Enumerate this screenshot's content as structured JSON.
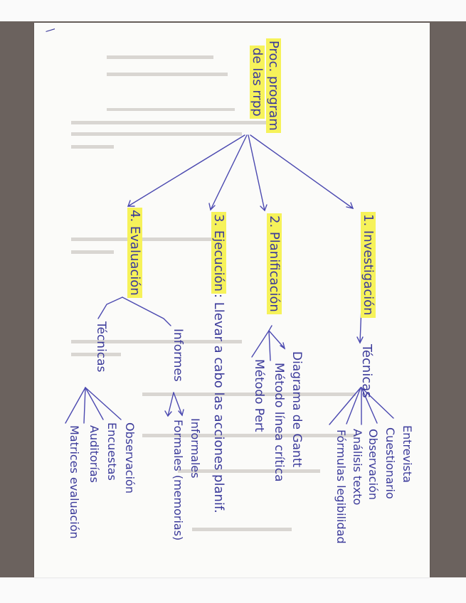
{
  "margin_mark": "\\",
  "root": {
    "lines": [
      "Proc. program",
      "de las rrpp"
    ]
  },
  "branches": [
    {
      "label": "1. Investigación",
      "connector": "Técnicas",
      "items": [
        "Entrevista",
        "Cuestionario",
        "Observación",
        "Análisis texto",
        "Fórmulas legibilidad"
      ]
    },
    {
      "label": "2. Planificación",
      "items": [
        "Diagrama de Gantt",
        "Método línea crítica",
        "Método Pert"
      ]
    },
    {
      "label": "3. Ejecución",
      "description": ": Llevar a cabo las acciones planif."
    },
    {
      "label": "4. Evaluación",
      "subgroups": [
        {
          "label": "Informes",
          "items": [
            "Informales",
            "Formales (memorias)"
          ]
        },
        {
          "label": "Técnicas",
          "items": [
            "Observación",
            "Encuestas",
            "Auditorías",
            "Matrices evaluación"
          ]
        }
      ]
    }
  ],
  "colors": {
    "ink": "#3b3a9a",
    "highlight": "#f6f25a",
    "paper": "#fbfbf9",
    "background": "#6b625e"
  }
}
